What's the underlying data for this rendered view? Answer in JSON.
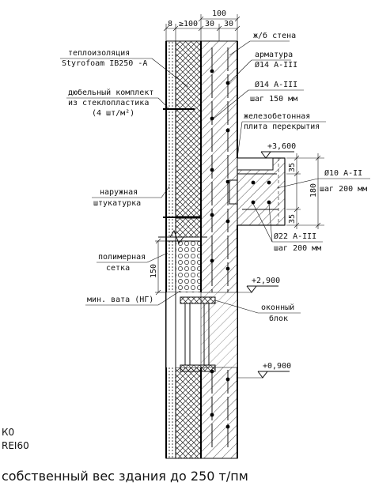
{
  "dimensions": {
    "total": "100",
    "d8": "8",
    "d100": "≥100",
    "d30a": "30",
    "d30b": "30",
    "d35a": "35",
    "d180": "180",
    "d35b": "35",
    "d150": "150"
  },
  "labels": {
    "insulation_l1": "теплоизоляция",
    "insulation_l2": "Styrofoam IB250 -A",
    "dowel_l1": "дюбельный комплект",
    "dowel_l2": "из стеклопластика",
    "dowel_l3": "(4 шт/м²)",
    "plaster_l1": "наружная",
    "plaster_l2": "штукатурка",
    "mesh_l1": "полимерная",
    "mesh_l2": "сетка",
    "wool": "мин. вата (НГ)",
    "rc_wall": "ж/б стена",
    "rebar_l1": "арматура",
    "rebar_l2": "Ø14 A-III",
    "rebar2_l1": "Ø14 A-III",
    "rebar2_l2": "шаг 150 мм",
    "slab_l1": "железобетонная",
    "slab_l2": "плита перекрытия",
    "slab_rebar_l1": "Ø10 A-II",
    "slab_rebar_l2": "шаг 200 мм",
    "slab_rebar2_l1": "Ø22 A-III",
    "slab_rebar2_l2": "шаг 200 мм",
    "window_l1": "оконный",
    "window_l2": "блок"
  },
  "levels": {
    "l1": "+3,600",
    "l2": "+2,900",
    "l3": "+0,900"
  },
  "classification": {
    "k": "К0",
    "rei": "REI60"
  },
  "footer": "собственный вес здания до 250 т/пм"
}
